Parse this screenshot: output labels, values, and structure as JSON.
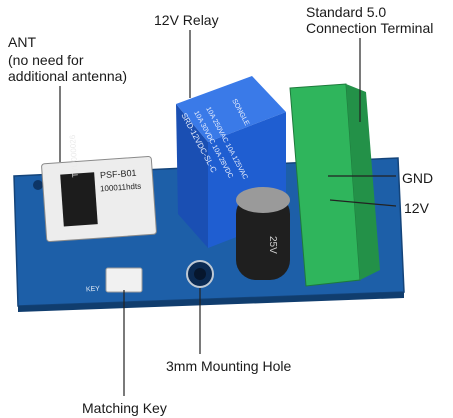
{
  "labels": {
    "ant": "ANT",
    "ant_note_1": "(no need for",
    "ant_note_2": "additional antenna)",
    "relay": "12V Relay",
    "terminal_1": "Standard 5.0",
    "terminal_2": "Connection Terminal",
    "gnd": "GND",
    "v12": "12V",
    "hole": "3mm Mounting Hole",
    "key": "Matching Key"
  },
  "module": {
    "line1": "PSF-B01",
    "line2": "100011hdts",
    "line3": "TYU000026"
  },
  "relay_print": {
    "line1": "10A 250VAC 10A 125VAC",
    "line2": "10A 30VDC 10A 28VDC",
    "line3": "SRD-12VDC-SL-C",
    "brand": "SONGLE"
  },
  "capacitor_print": "25V",
  "pcb_key_silk": "KEY",
  "colors": {
    "pcb": "#1d5fa8",
    "relay": "#1f5ed1",
    "terminal": "#2fb55c",
    "capacitor": "#1f1f1f",
    "leader": "#222222"
  }
}
